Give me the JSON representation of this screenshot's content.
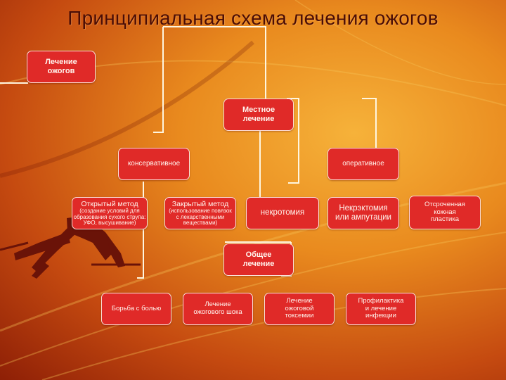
{
  "slide": {
    "title": "Принципиальная схема лечения ожогов"
  },
  "nodes": {
    "treatment": "Лечение\nожогов",
    "local": "Местное\nлечение",
    "conservative": "консервативное",
    "operative": "оперативное",
    "open_method": {
      "head": "Открытый метод",
      "sub": "(создание условий для\nобразования сухого струпа:\nУФО, высушивание)"
    },
    "closed_method": {
      "head": "Закрытый метод",
      "sub": "(использование повязок\nс лекарственными\nвеществами)"
    },
    "necrotomy": "некротомия",
    "necrectomy": "Некрэктомия\nили ампутации",
    "delayed_plasty": "Отсроченная\nкожная\nпластика",
    "general": "Общее\nлечение",
    "pain": "Борьба с болью",
    "shock": "Лечение\nожогового шока",
    "toxemia": "Лечение\nожоговой\nтоксемии",
    "infection": "Профилактика\nи лечение\nинфекции"
  },
  "colors": {
    "box_fill": "#e02a28",
    "connector": "#fff6e0",
    "title": "#4a0d06"
  }
}
